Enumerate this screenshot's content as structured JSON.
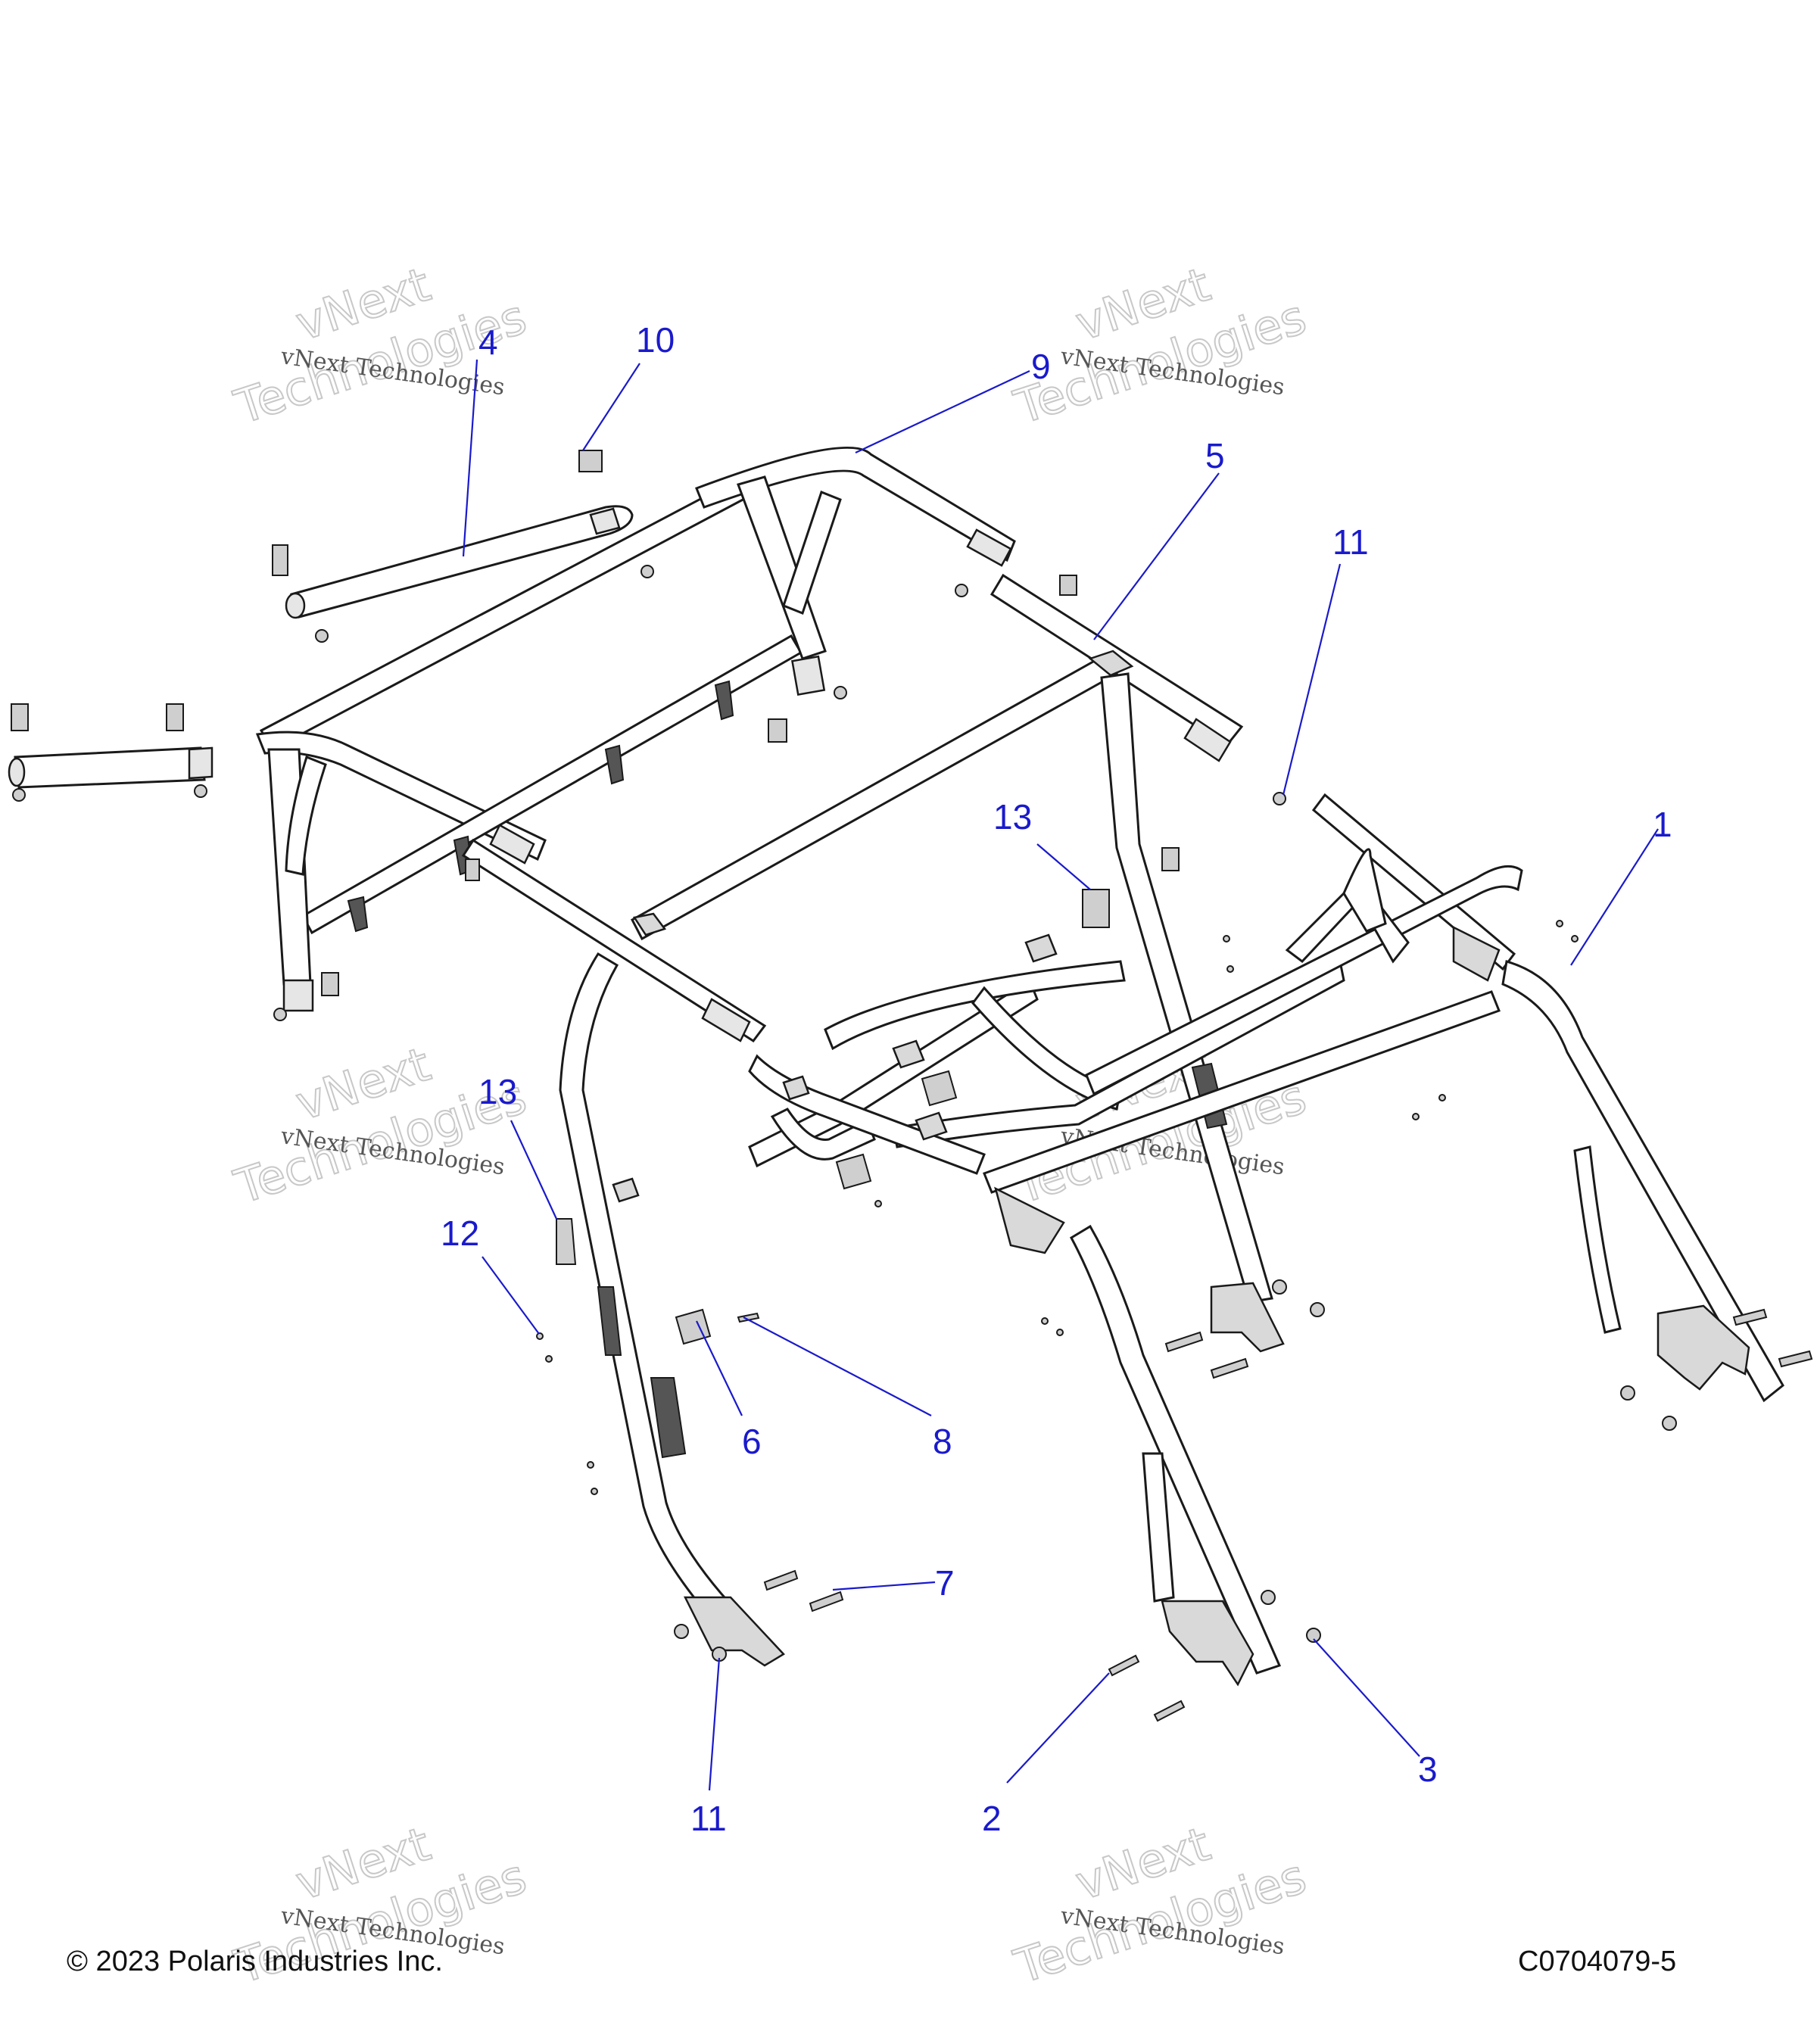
{
  "callouts": {
    "c1": "1",
    "c2": "2",
    "c3": "3",
    "c4": "4",
    "c5": "5",
    "c6": "6",
    "c7": "7",
    "c8": "8",
    "c9": "9",
    "c10": "10",
    "c11a": "11",
    "c11b": "11",
    "c12": "12",
    "c13a": "13",
    "c13b": "13"
  },
  "watermark": {
    "line1": "vNext Technologies",
    "big1": "vNext",
    "big2": "Technologies"
  },
  "footer": {
    "copyright": "© 2023 Polaris Industries Inc.",
    "code": "C0704079-5"
  },
  "colors": {
    "callout": "#1a1acc",
    "line": "#1a1a1a",
    "watermark": "#c8c8c8"
  }
}
